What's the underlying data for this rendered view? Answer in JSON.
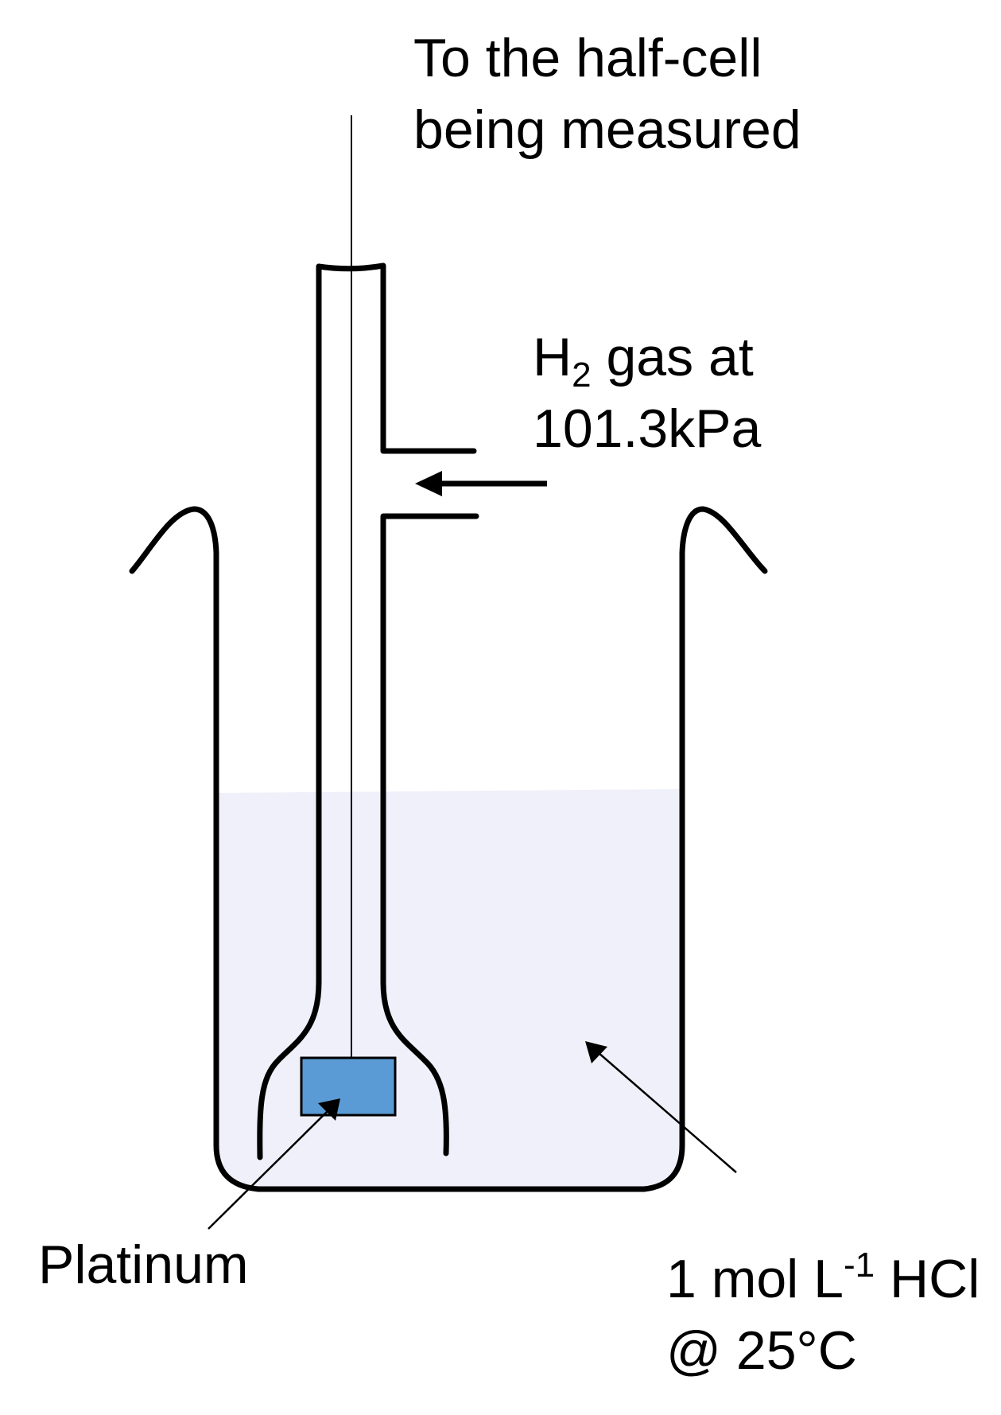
{
  "labels": {
    "wire_destination_line1": "To the half-cell",
    "wire_destination_line2": "being measured",
    "gas_symbol": "H",
    "gas_subscript": "2",
    "gas_line1_rest": " gas at",
    "gas_pressure": "101.3kPa",
    "electrode_material": "Platinum",
    "solution_concentration": "1 mol L",
    "solution_exponent": "-1",
    "solution_formula": " HCl",
    "solution_temperature": "@ 25°C"
  },
  "colors": {
    "solution_fill": "#f0f0fa",
    "platinum_fill": "#5b9bd5",
    "outline": "#000000"
  }
}
